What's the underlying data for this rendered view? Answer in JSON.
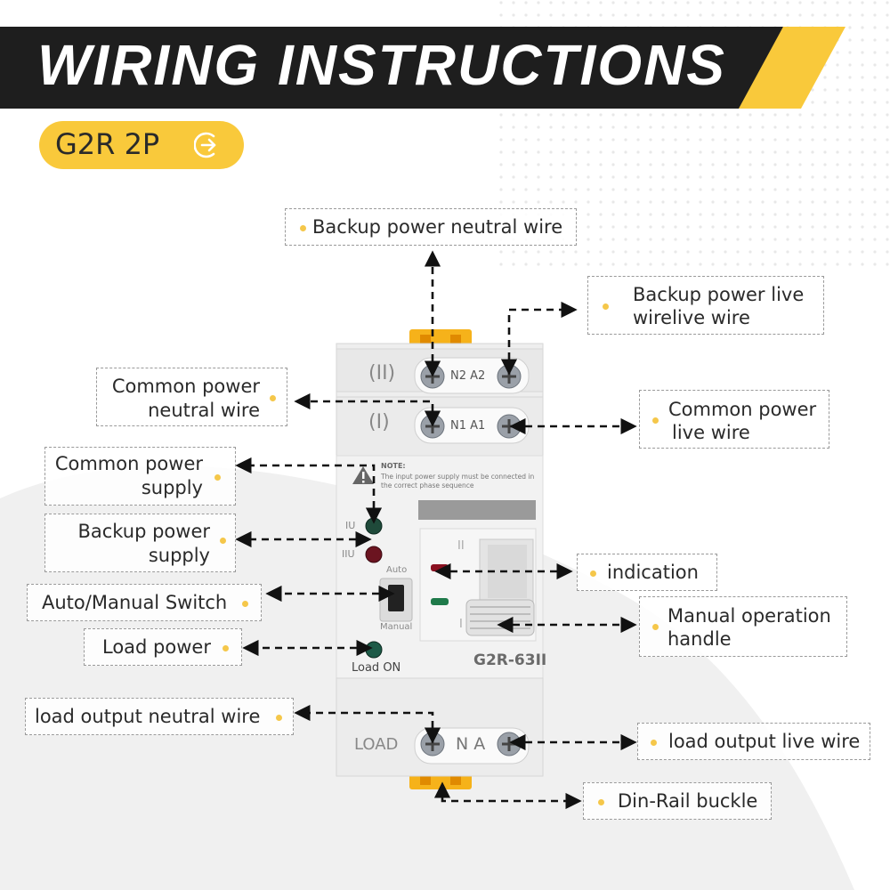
{
  "header": {
    "title": "WIRING INSTRUCTIONS",
    "model": "G2R  2P"
  },
  "colors": {
    "accent": "#f9c93b",
    "banner": "#1e1e1e",
    "label_dot": "#f5c74a"
  },
  "device": {
    "row2_mark": "(II)",
    "row2_terminals": "N2 A2",
    "row1_mark": "(I)",
    "row1_terminals": "N1 A1",
    "note_title": "NOTE:",
    "note_line1": "The input power supply must be connected in",
    "note_line2": "the correct phase sequence",
    "iu": "IU",
    "iiu": "IIU",
    "auto": "Auto",
    "manual": "Manual",
    "load_on": "Load ON",
    "model_name": "G2R-63II",
    "handle_top": "II",
    "handle_bottom": "I",
    "load": "LOAD",
    "load_terminals": "N A",
    "icons": [
      "warning-icon",
      "arrow-right-circle-icon",
      "screw-terminal-icon"
    ]
  },
  "labels": {
    "backup_neutral": "Backup power neutral wire",
    "backup_live_1": "Backup power live",
    "backup_live_2": "wirelive wire",
    "common_neutral_1": "Common power",
    "common_neutral_2": "neutral wire",
    "common_live_1": "Common power",
    "common_live_2": "live wire",
    "common_supply_1": "Common power",
    "common_supply_2": "supply",
    "backup_supply_1": "Backup power",
    "backup_supply_2": "supply",
    "indication": "indication",
    "auto_manual": "Auto/Manual Switch",
    "manual_handle_1": "Manual operation",
    "manual_handle_2": "handle",
    "load_power": "Load power",
    "load_neutral": "load output  neutral wire",
    "load_live": "load output live wire",
    "din_rail": "Din-Rail buckle"
  }
}
